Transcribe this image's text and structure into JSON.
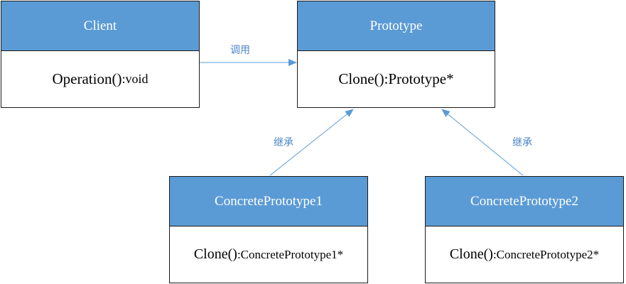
{
  "diagram": {
    "classes": {
      "client": {
        "name": "Client",
        "op_name": "Operation()",
        "op_return": ":void"
      },
      "prototype": {
        "name": "Prototype",
        "op_name": "Clone()",
        "op_return": ":Prototype*"
      },
      "concrete1": {
        "name": "ConcretePrototype1",
        "op_name": "Clone()",
        "op_return": ":ConcretePrototype1*"
      },
      "concrete2": {
        "name": "ConcretePrototype2",
        "op_name": "Clone()",
        "op_return": ":ConcretePrototype2*"
      }
    },
    "relations": {
      "call_label": "调用",
      "inherit1_label": "继承",
      "inherit2_label": "继承"
    },
    "colors": {
      "header_fill": "#5b9bd5",
      "header_text": "#ffffff",
      "border": "#1a1a1a",
      "connector": "#5b9bd5",
      "relation_label": "#4a86c5"
    }
  }
}
